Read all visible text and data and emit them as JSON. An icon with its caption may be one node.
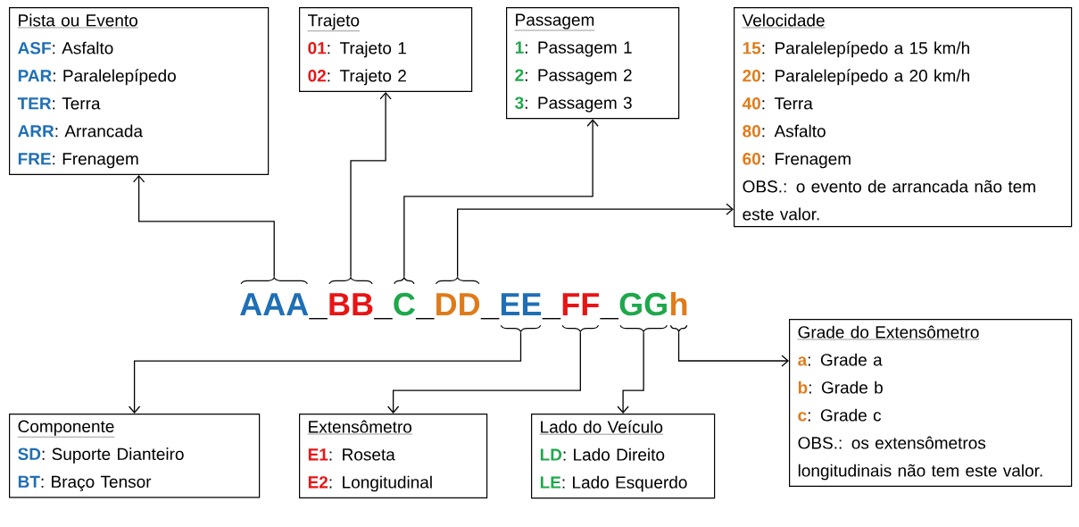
{
  "diagram": {
    "nodes": [
      {
        "text": [
          "Pista ou Evento",
          "**ASF**: Asfalto",
          "**PAR**: Paralelepípedo",
          "**TER**: Terra",
          "**ARR**: Arrancada",
          "**FRE**: Frenagem"
        ]
      },
      {
        "text": [
          "Trajeto",
          "**01**: Trajeto 1",
          "**02**: Trajeto 2"
        ]
      },
      {
        "text": [
          "Passagem",
          "**1**: Passagem 1",
          "**2**: Passagem 2",
          "**3**: Passagem 3"
        ]
      },
      {
        "text": [
          "Velocidade",
          "**15**: Paralelepípedo a 15 km/h",
          "**20**: Paralelepípedo a 20 km/h",
          "**40**: Terra",
          "**80**: Asfalto",
          "**60**: Frenagem",
          "OBS.: o evento de arrancada não tem este valor."
        ]
      },
      {
        "text": [
          "AAA"
        ]
      },
      {
        "text": [
          "BB"
        ]
      },
      {
        "text": [
          "C"
        ]
      },
      {
        "text": [
          "DD"
        ]
      },
      {
        "text": [
          "EE"
        ]
      },
      {
        "text": [
          "FF"
        ]
      },
      {
        "text": [
          "GG"
        ]
      },
      {
        "text": [
          "h"
        ]
      },
      {
        "text": [
          "Grade do Extensômetro",
          "**a**: Grade a",
          "**b**: Grade b",
          "**c**: Grade c",
          "OBS.: os extensômetros longitudinais não tem este valor."
        ]
      },
      {
        "text": [
          "Componente",
          "**SD**: Suporte Dianteiro",
          "**BT**: Braço Tensor"
        ]
      },
      {
        "text": [
          "Extensômetro",
          "**E1**: Roseta",
          "**E2**: Longitudinal"
        ]
      },
      {
        "text": [
          "Lado do Veículo",
          "**LD**: Lado Direito",
          "**LE**: Lado Esquerdo"
        ]
      }
    ],
    "edges": [
      {
        "from": 4,
        "to": 0,
        "arrow": "to"
      },
      {
        "from": 5,
        "to": 1,
        "arrow": "to"
      },
      {
        "from": 6,
        "to": 2,
        "arrow": "to"
      },
      {
        "from": 7,
        "to": 3,
        "arrow": "to"
      },
      {
        "from": 8,
        "to": 13,
        "arrow": "to"
      },
      {
        "from": 9,
        "to": 14,
        "arrow": "to"
      },
      {
        "from": 10,
        "to": 15,
        "arrow": "to"
      },
      {
        "from": 11,
        "to": 12,
        "arrow": "to"
      }
    ],
    "labels": [
      "_",
      "_",
      "_",
      "_",
      "_",
      "_"
    ]
  }
}
